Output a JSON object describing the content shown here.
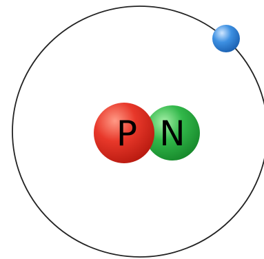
{
  "diagram": {
    "nucleus": {
      "proton": {
        "label": "P",
        "color": "#e0301e"
      },
      "neutron": {
        "label": "N",
        "color": "#2cb03c"
      }
    },
    "electron": {
      "color": "#2f86de",
      "icon": "electron-sphere"
    },
    "orbit": {
      "color": "#222222"
    }
  }
}
